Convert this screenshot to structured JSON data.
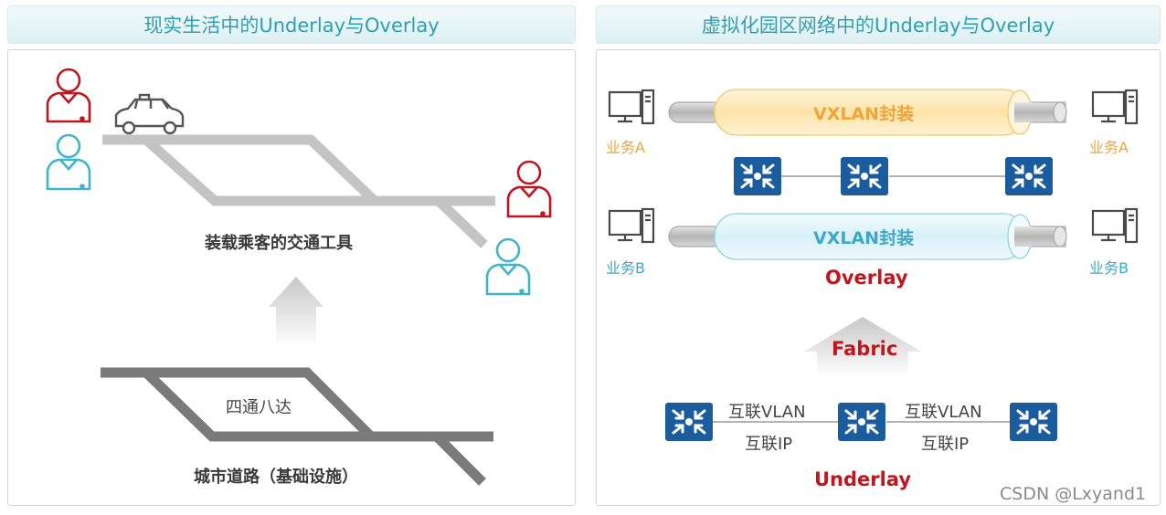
{
  "left_panel": {
    "title": "现实生活中的Underlay与Overlay",
    "overlay_caption": "装载乘客的交通工具",
    "road_inner_label": "四通八达",
    "underlay_caption": "城市道路（基础设施）"
  },
  "right_panel": {
    "title": "虚拟化园区网络中的Underlay与Overlay",
    "tunnel_top_label": "VXLAN封装",
    "tunnel_bottom_label": "VXLAN封装",
    "service_a_left": "业务A",
    "service_a_right": "业务A",
    "service_b_left": "业务B",
    "service_b_right": "业务B",
    "overlay_label": "Overlay",
    "fabric_label": "Fabric",
    "link1_vlan": "互联VLAN",
    "link1_ip": "互联IP",
    "link2_vlan": "互联VLAN",
    "link2_ip": "互联IP",
    "underlay_label": "Underlay"
  },
  "watermark": "CSDN @Lxyand1",
  "colors": {
    "header_text": "#2f9fb2",
    "person_red": "#c0171f",
    "person_teal": "#3fb5c9",
    "switch_blue": "#1a5c9e",
    "tunnel_orange": "#fde9b8",
    "tunnel_cyan": "#e3f6fa",
    "red_label": "#c0171f"
  }
}
